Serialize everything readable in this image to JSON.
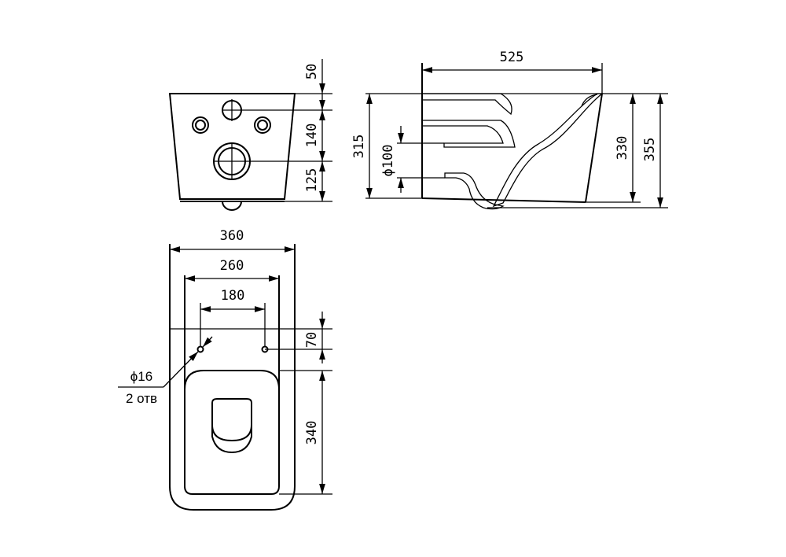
{
  "front_view": {
    "dims": {
      "top_offset": "50",
      "hole_spacing": "140",
      "bottom_offset": "125"
    }
  },
  "side_view": {
    "dims": {
      "depth": "525",
      "inlet_height": "315",
      "outlet_diameter": "ϕ100",
      "rim_height": "330",
      "total_height": "355"
    }
  },
  "top_view": {
    "dims": {
      "width": "360",
      "inner_width": "260",
      "bolt_spacing": "180",
      "bolt_offset": "70",
      "bowl_length": "340"
    },
    "hole_note": {
      "diameter": "ϕ16",
      "count": "2 отв"
    }
  },
  "colors": {
    "line": "#000000",
    "background": "#ffffff"
  }
}
